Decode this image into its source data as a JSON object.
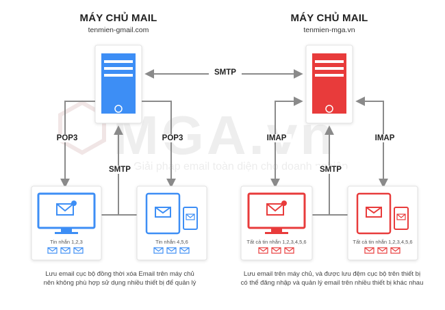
{
  "watermark": {
    "brand": "MGA.vn",
    "tagline": "Giải pháp email toàn diện cho doanh nghiệp"
  },
  "left": {
    "title": "MÁY CHỦ MAIL",
    "domain": "tenmien-gmail.com",
    "color": "#3d8ef5",
    "protocol_left": "POP3",
    "protocol_right": "POP3",
    "smtp_label": "SMTP",
    "desktop_messages": "Tin nhắn 1,2,3",
    "mobile_messages": "Tin nhắn 4,5,6",
    "caption_line1": "Lưu email cục bộ đồng thời xóa Email trên máy chủ",
    "caption_line2": "nên không phù hợp sử dụng nhiều thiết bị để quản lý"
  },
  "right": {
    "title": "MÁY CHỦ MAIL",
    "domain": "tenmien-mga.vn",
    "color": "#e83b3b",
    "protocol_left": "IMAP",
    "protocol_right": "IMAP",
    "smtp_label": "SMTP",
    "desktop_messages": "Tất cả tin nhắn 1,2,3,4,5,6",
    "mobile_messages": "Tất cả tin nhắn 1,2,3,4,5,6",
    "caption_line1": "Lưu email trên máy chủ, và được lưu đệm cục bộ trên thiết bị",
    "caption_line2": "có thể đăng nhập và quản lý email trên nhiều thiết bị khác nhau"
  },
  "center_smtp_label": "SMTP",
  "colors": {
    "line": "#8a8a8a",
    "card_border": "#e2e2e2",
    "watermark": "#ececec"
  },
  "icons": [
    "server-icon",
    "monitor-icon",
    "tablet-icon",
    "phone-icon",
    "envelope-icon",
    "power-icon"
  ]
}
